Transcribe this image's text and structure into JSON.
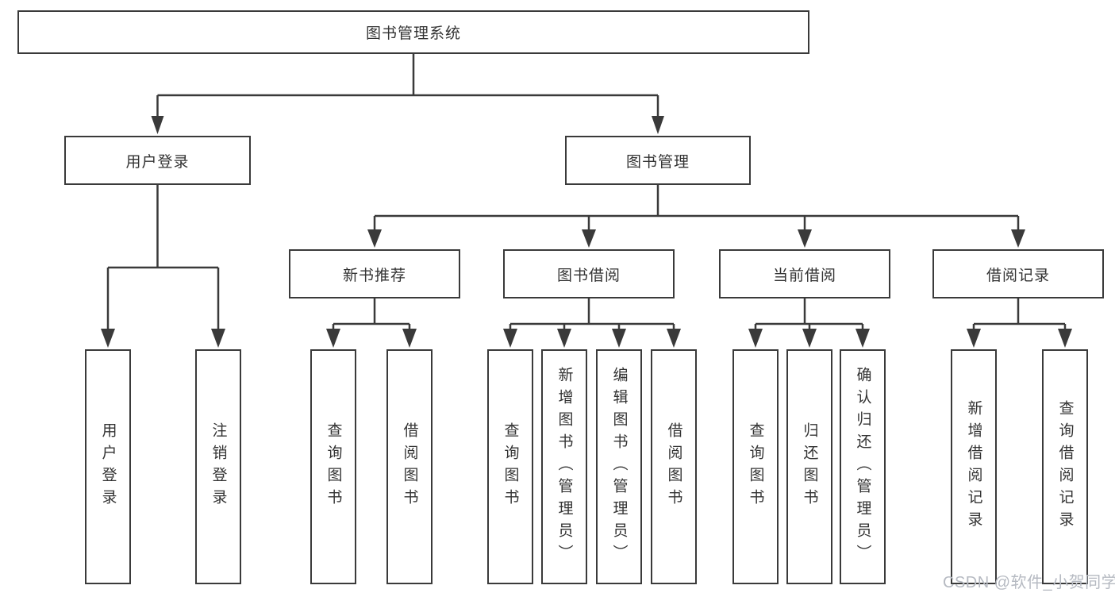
{
  "diagram": {
    "root": {
      "label": "图书管理系统"
    },
    "branches": [
      {
        "label": "用户登录",
        "children": [
          {
            "label": "用户登录"
          },
          {
            "label": "注销登录"
          }
        ]
      },
      {
        "label": "图书管理",
        "children": [
          {
            "label": "新书推荐",
            "children": [
              {
                "label": "查询图书"
              },
              {
                "label": "借阅图书"
              }
            ]
          },
          {
            "label": "图书借阅",
            "children": [
              {
                "label": "查询图书"
              },
              {
                "label": "新增图书（管理员）"
              },
              {
                "label": "编辑图书（管理员）"
              },
              {
                "label": "借阅图书"
              }
            ]
          },
          {
            "label": "当前借阅",
            "children": [
              {
                "label": "查询图书"
              },
              {
                "label": "归还图书"
              },
              {
                "label": "确认归还（管理员）"
              }
            ]
          },
          {
            "label": "借阅记录",
            "children": [
              {
                "label": "新增借阅记录"
              },
              {
                "label": "查询借阅记录"
              }
            ]
          }
        ]
      }
    ]
  },
  "watermark": {
    "text": "CSDN @软件_小贺同学"
  },
  "colors": {
    "line": "#3a3a3a",
    "text": "#333333",
    "background": "#ffffff",
    "watermark": "#b6bac2"
  }
}
